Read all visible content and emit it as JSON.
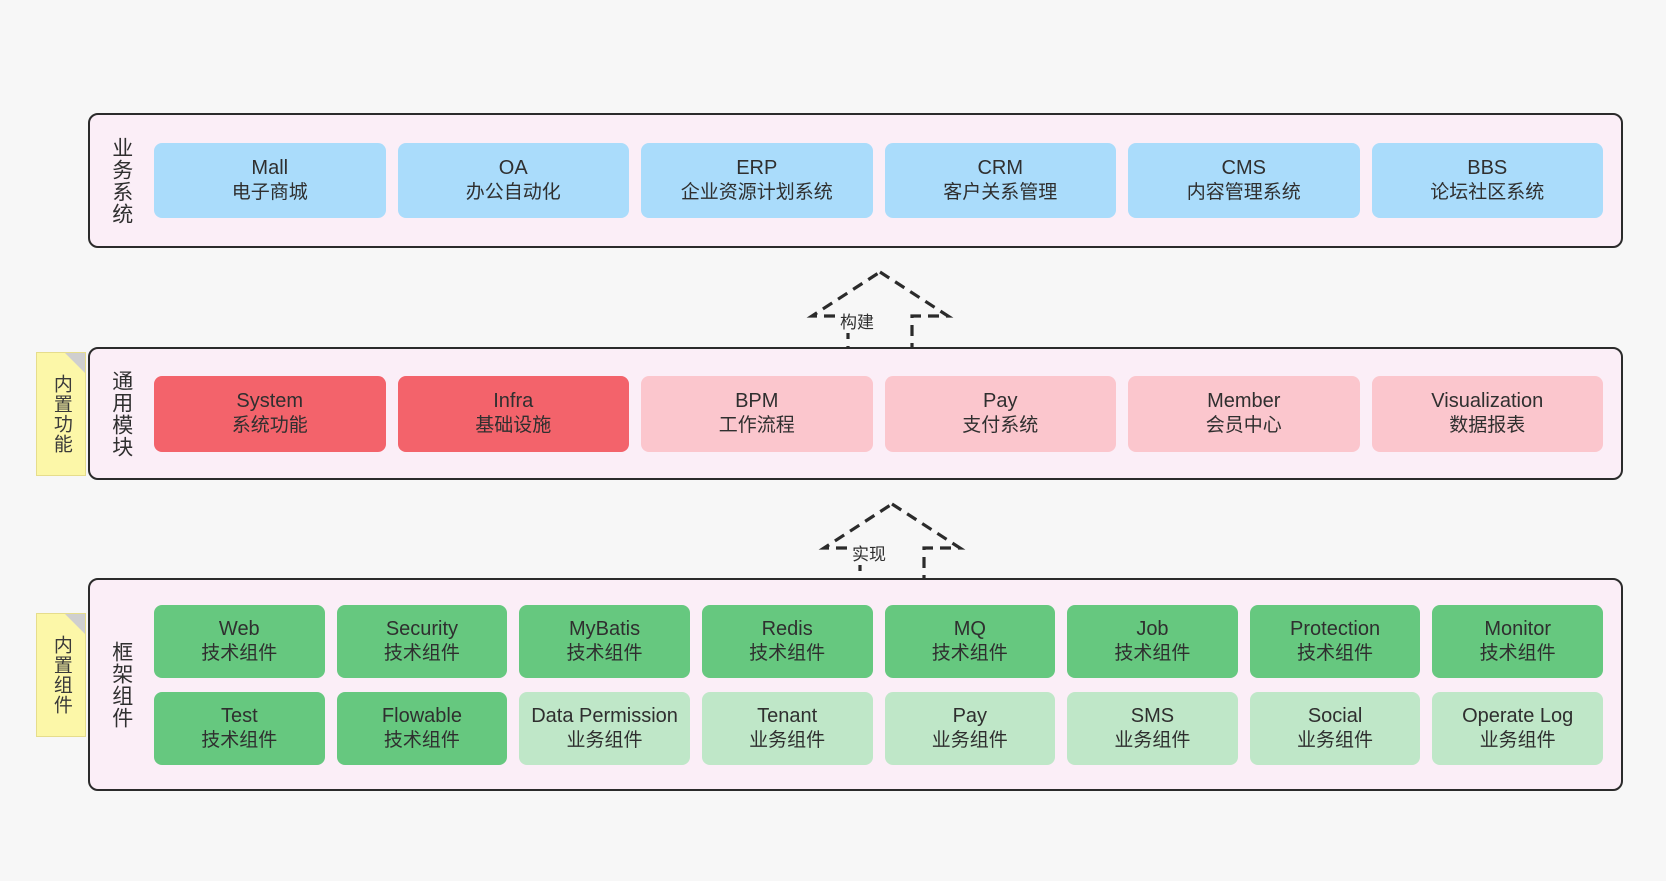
{
  "diagram": {
    "background": "#f7f7f7",
    "layers": [
      {
        "id": "business-systems",
        "title": "业务系统",
        "cards": [
          {
            "name": "Mall",
            "desc": "电子商城",
            "color": "#aadcfb"
          },
          {
            "name": "OA",
            "desc": "办公自动化",
            "color": "#aadcfb"
          },
          {
            "name": "ERP",
            "desc": "企业资源计划系统",
            "color": "#aadcfb"
          },
          {
            "name": "CRM",
            "desc": "客户关系管理",
            "color": "#aadcfb"
          },
          {
            "name": "CMS",
            "desc": "内容管理系统",
            "color": "#aadcfb"
          },
          {
            "name": "BBS",
            "desc": "论坛社区系统",
            "color": "#aadcfb"
          }
        ]
      },
      {
        "id": "common-modules",
        "title": "通用模块",
        "note": "内置功能",
        "cards": [
          {
            "name": "System",
            "desc": "系统功能",
            "color": "#f3636b"
          },
          {
            "name": "Infra",
            "desc": "基础设施",
            "color": "#f3636b"
          },
          {
            "name": "BPM",
            "desc": "工作流程",
            "color": "#fbc6cd"
          },
          {
            "name": "Pay",
            "desc": "支付系统",
            "color": "#fbc6cd"
          },
          {
            "name": "Member",
            "desc": "会员中心",
            "color": "#fbc6cd"
          },
          {
            "name": "Visualization",
            "desc": "数据报表",
            "color": "#fbc6cd"
          }
        ]
      },
      {
        "id": "framework-components",
        "title": "框架组件",
        "note": "内置组件",
        "row1": [
          {
            "name": "Web",
            "desc": "技术组件",
            "color": "#66c87f"
          },
          {
            "name": "Security",
            "desc": "技术组件",
            "color": "#66c87f"
          },
          {
            "name": "MyBatis",
            "desc": "技术组件",
            "color": "#66c87f"
          },
          {
            "name": "Redis",
            "desc": "技术组件",
            "color": "#66c87f"
          },
          {
            "name": "MQ",
            "desc": "技术组件",
            "color": "#66c87f"
          },
          {
            "name": "Job",
            "desc": "技术组件",
            "color": "#66c87f"
          },
          {
            "name": "Protection",
            "desc": "技术组件",
            "color": "#66c87f"
          },
          {
            "name": "Monitor",
            "desc": "技术组件",
            "color": "#66c87f"
          }
        ],
        "row2": [
          {
            "name": "Test",
            "desc": "技术组件",
            "color": "#66c87f"
          },
          {
            "name": "Flowable",
            "desc": "技术组件",
            "color": "#66c87f"
          },
          {
            "name": "Data Permission",
            "desc": "业务组件",
            "color": "#bfe7c8"
          },
          {
            "name": "Tenant",
            "desc": "业务组件",
            "color": "#bfe7c8"
          },
          {
            "name": "Pay",
            "desc": "业务组件",
            "color": "#bfe7c8"
          },
          {
            "name": "SMS",
            "desc": "业务组件",
            "color": "#bfe7c8"
          },
          {
            "name": "Social",
            "desc": "业务组件",
            "color": "#bfe7c8"
          },
          {
            "name": "Operate Log",
            "desc": "业务组件",
            "color": "#bfe7c8"
          }
        ]
      }
    ],
    "connectors": [
      {
        "id": "build",
        "label": "构建"
      },
      {
        "id": "implement",
        "label": "实现"
      }
    ]
  }
}
